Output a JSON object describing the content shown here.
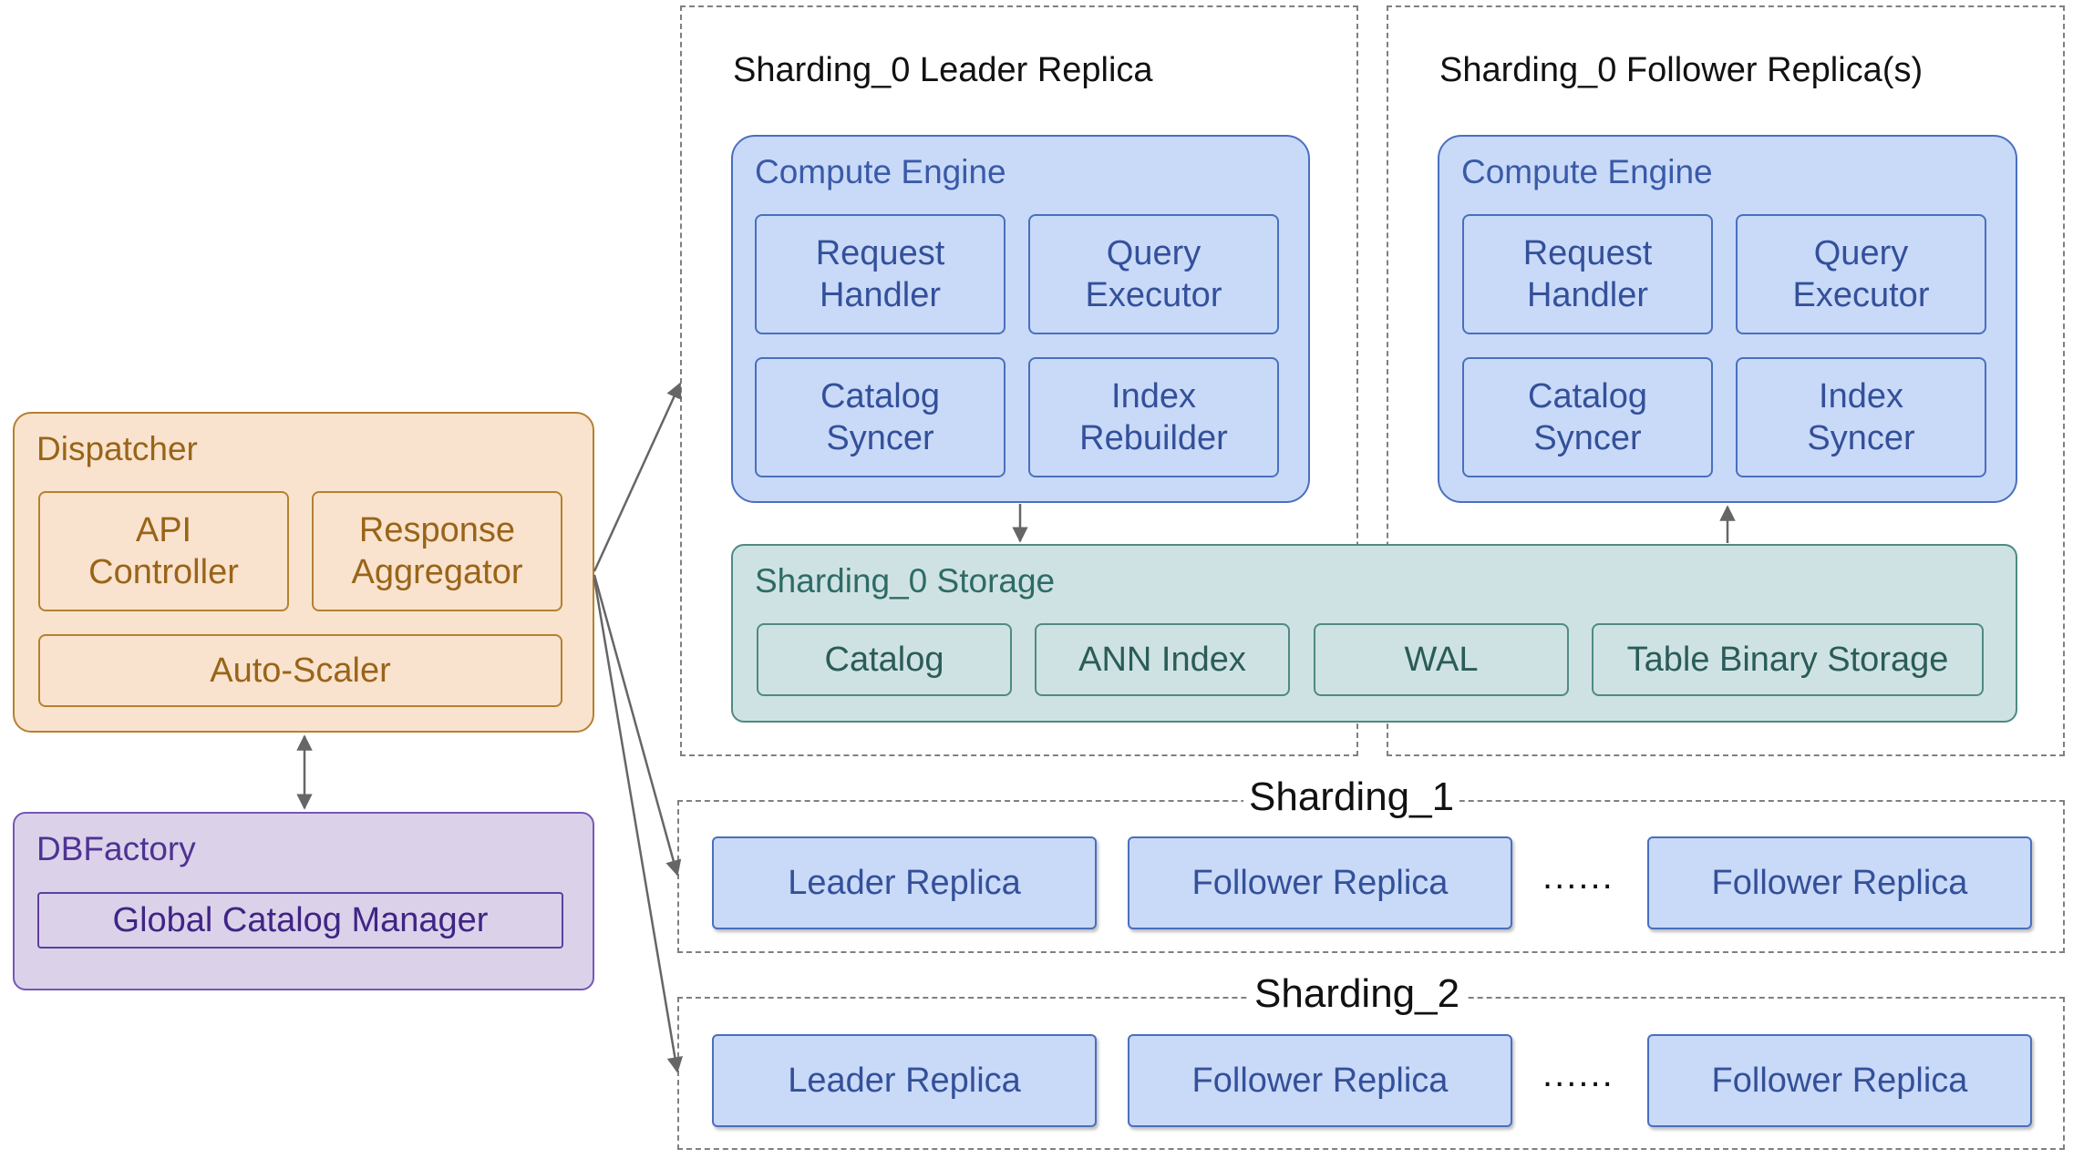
{
  "dispatcher": {
    "title": "Dispatcher",
    "api_controller": "API\nController",
    "response_aggregator": "Response\nAggregator",
    "auto_scaler": "Auto-Scaler"
  },
  "dbfactory": {
    "title": "DBFactory",
    "global_catalog_manager": "Global Catalog Manager"
  },
  "sharding_0": {
    "leader_title": "Sharding_0 Leader Replica",
    "follower_title": "Sharding_0 Follower Replica(s)",
    "leader_engine": {
      "title": "Compute Engine",
      "boxes": [
        "Request\nHandler",
        "Query\nExecutor",
        "Catalog\nSyncer",
        "Index\nRebuilder"
      ]
    },
    "follower_engine": {
      "title": "Compute Engine",
      "boxes": [
        "Request\nHandler",
        "Query\nExecutor",
        "Catalog\nSyncer",
        "Index\nSyncer"
      ]
    },
    "storage": {
      "title": "Sharding_0 Storage",
      "items": [
        "Catalog",
        "ANN Index",
        "WAL",
        "Table Binary Storage"
      ]
    }
  },
  "sharding_1": {
    "title": "Sharding_1",
    "replicas": [
      "Leader Replica",
      "Follower Replica",
      "Follower Replica"
    ],
    "ellipsis": "......"
  },
  "sharding_2": {
    "title": "Sharding_2",
    "replicas": [
      "Leader Replica",
      "Follower Replica",
      "Follower Replica"
    ],
    "ellipsis": "......"
  },
  "colors": {
    "compute_blue": "#c9daf8",
    "storage_teal": "#cfe2e3",
    "dispatcher_orange": "#f9e3cf",
    "dbfactory_purple": "#dbd2ea",
    "arrow_gray": "#666666"
  }
}
